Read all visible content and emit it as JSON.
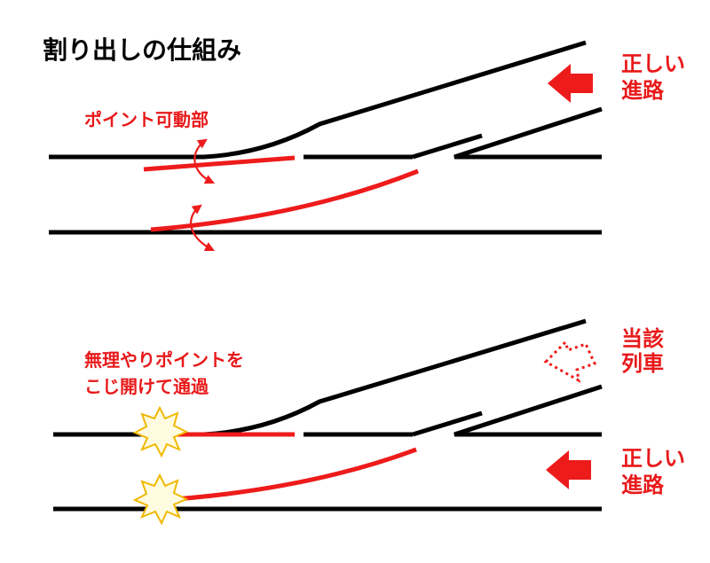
{
  "title": "割り出しの仕組み",
  "top_diagram": {
    "point_label": "ポイント可動部",
    "direction_label": [
      "正しい",
      "進路"
    ]
  },
  "bottom_diagram": {
    "forced_label": [
      "無理やりポイントを",
      "こじ開けて通過"
    ],
    "train_label": [
      "当該",
      "列車"
    ],
    "direction_label": [
      "正しい",
      "進路"
    ]
  },
  "colors": {
    "rail": "#000000",
    "point": "#ee1b1b",
    "text_accent": "#e8191a",
    "burst_fill": "#fffbe0",
    "burst_stroke": "#f0b800"
  },
  "icons": {
    "arrow": "red-arrow-left-icon",
    "train_arrow": "dotted-arrow-icon",
    "impact": "impact-burst-icon",
    "rotation": "rotation-arrow-icon"
  }
}
